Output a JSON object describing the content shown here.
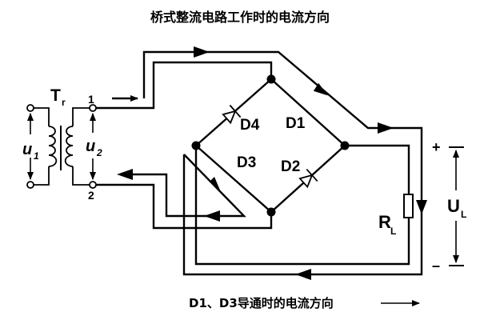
{
  "title": "桥式整流电路工作时的电流方向",
  "caption": "D1、D3导通时的电流方向",
  "labels": {
    "transformer_main": "T",
    "transformer_sub": "r",
    "terminal_1": "1",
    "terminal_2": "2",
    "u1_main": "u",
    "u1_sub": "1",
    "u2_main": "u",
    "u2_sub": "2",
    "d1": "D1",
    "d2": "D2",
    "d3": "D3",
    "d4": "D4",
    "load_main": "R",
    "load_sub": "L",
    "ul_main": "U",
    "ul_sub": "L",
    "plus": "+",
    "minus": "–"
  },
  "colors": {
    "ink": "#000000",
    "background": "#ffffff"
  }
}
